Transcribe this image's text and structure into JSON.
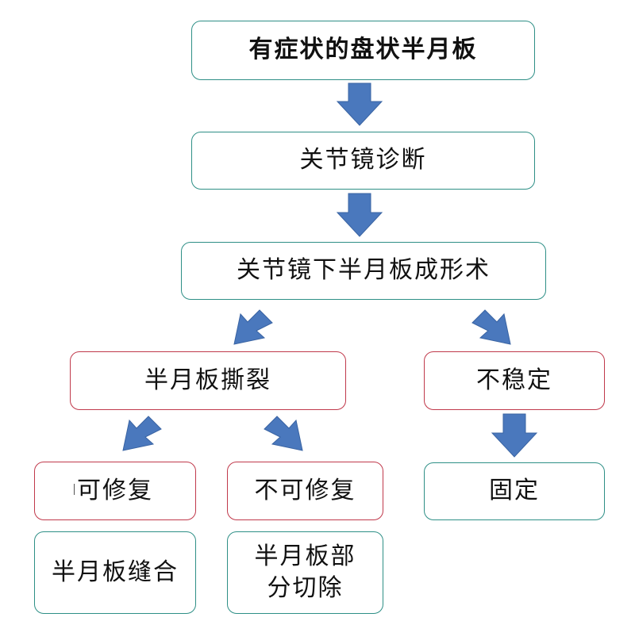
{
  "nodes": {
    "symptomatic": "有症状的盘状半月板",
    "arthroscopy_diagnosis": "关节镜诊断",
    "meniscoplasty": "关节镜下半月板成形术",
    "tear": "半月板撕裂",
    "unstable": "不稳定",
    "repairable": "可修复",
    "irreparable": "不可修复",
    "fixation": "固定",
    "suture": "半月板缝合",
    "partial_resection": "半月板部分切除"
  },
  "colors": {
    "arrow_fill": "#4a78bd",
    "arrow_stroke": "#3a64a3",
    "teal_border": "#2e8f86",
    "red_border": "#c0394b"
  }
}
